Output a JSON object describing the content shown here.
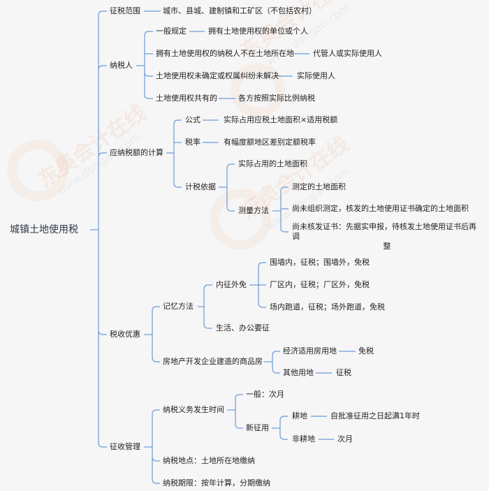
{
  "colors": {
    "background": "#f6f6f6",
    "line": "#6a9bd8",
    "text": "#222222",
    "root_text": "#2d3a4a"
  },
  "watermark": {
    "brand": "东奥会计在线",
    "url": "www.dongao.com"
  },
  "root": {
    "label": "城镇土地使用税"
  },
  "branches": {
    "scope": {
      "label": "征税范围",
      "value": "城市、县城、建制镇和工矿区（不包括农村）"
    },
    "taxpayer": {
      "label": "纳税人",
      "general": {
        "label": "一般规定",
        "value": "拥有土地使用权的单位或个人"
      },
      "absent": {
        "label": "拥有土地使用权的纳税人不在土地所在地",
        "value": "代管人或实际使用人"
      },
      "undetermined": {
        "label": "土地使用权未确定或权属纠纷未解决",
        "value": "实际使用人"
      },
      "shared": {
        "label": "土地使用权共有的",
        "value": "各方按照实际比例纳税"
      }
    },
    "calculation": {
      "label": "应纳税额的计算",
      "formula": {
        "label": "公式",
        "value": "实际占用应税土地面积×适用税额"
      },
      "rate": {
        "label": "税率",
        "value": "有幅度额地区差别定额税率"
      },
      "basis": {
        "label": "计税依据",
        "actual": "实际占用的土地面积",
        "measure": {
          "label": "测量方法",
          "items": [
            "测定的土地面积",
            "尚未组织测定，核发的土地使用证书确定的土地面积",
            "尚未核发证书：先据实申报，待核发土地使用证书后再调",
            "整"
          ]
        }
      }
    },
    "preferential": {
      "label": "税收优惠",
      "memory": {
        "label": "记忆方法",
        "inner": {
          "label": "内征外免",
          "items": [
            "围墙内，征税；围墙外，免税",
            "厂区内，征税；厂区外，免税",
            "场内跑道，征税；场外跑道，免税"
          ]
        },
        "office": "生活、办公要征"
      },
      "realestate": {
        "label": "房地产开发企业建造的商品房",
        "affordable": {
          "label": "经济适用房用地",
          "value": "免税"
        },
        "other": {
          "label": "其他用地",
          "value": "征税"
        }
      }
    },
    "administration": {
      "label": "征收管理",
      "timing": {
        "label": "纳税义务发生时间",
        "general": "一般：次月",
        "newly": {
          "label": "新征用",
          "arable": {
            "label": "耕地",
            "value": "自批准征用之日起满1年时"
          },
          "nonarable": {
            "label": "非耕地",
            "value": "次月"
          }
        }
      },
      "place": "纳税地点：土地所在地缴纳",
      "period": "纳税期限：按年计算，分期缴纳"
    }
  }
}
